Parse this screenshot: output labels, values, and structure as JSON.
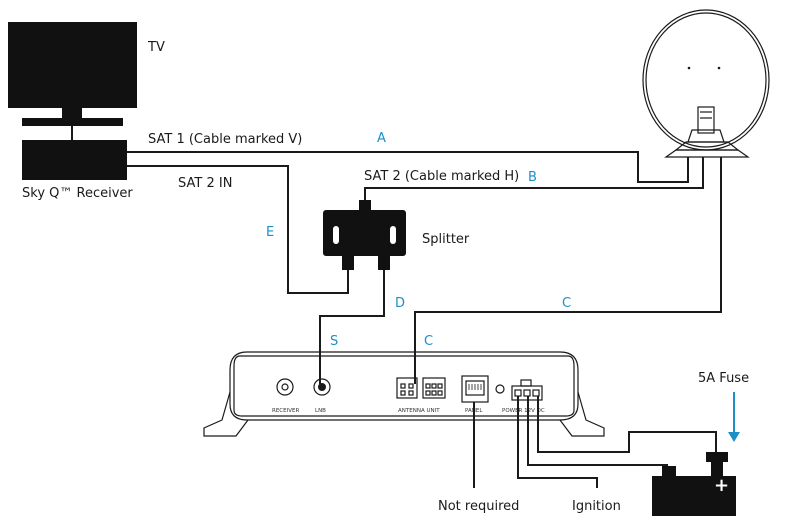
{
  "devices": {
    "tv": "TV",
    "receiver": "Sky Q™ Receiver",
    "splitter": "Splitter",
    "fuse": "5A Fuse"
  },
  "cables": {
    "sat1": "SAT 1 (Cable marked V)",
    "sat2": "SAT 2 (Cable marked H)",
    "sat2_in": "SAT 2 IN"
  },
  "cable_tags": {
    "a": "A",
    "b": "B",
    "c_top": "C",
    "c_low": "C",
    "d": "D",
    "e": "E",
    "s": "S"
  },
  "control_unit": {
    "port_receiver": "RECEIVER",
    "port_lnb": "LNB",
    "port_antenna": "ANTENNA UNIT",
    "port_panel": "PANEL",
    "port_power": "POWER 12V DC"
  },
  "notes": {
    "not_required": "Not required",
    "ignition": "Ignition"
  },
  "battery": {
    "plus": "+"
  },
  "colors": {
    "accent_tag": "#1d8fc7",
    "line": "#1a1a1a"
  }
}
